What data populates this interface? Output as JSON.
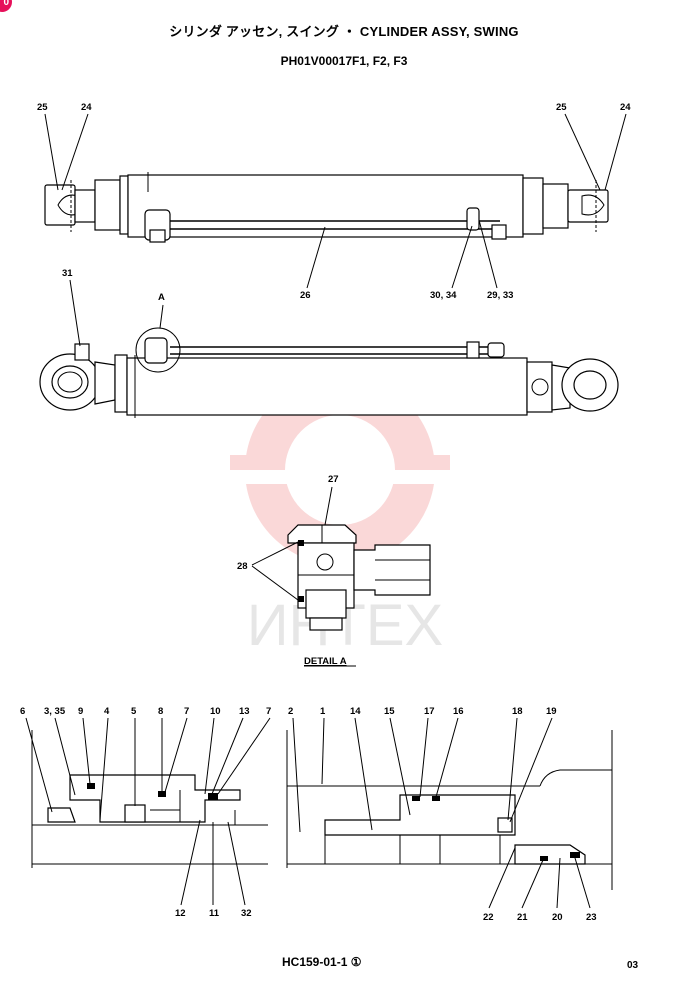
{
  "header": {
    "title": "シリンダ アッセン, スイング ・ CYLINDER ASSY, SWING",
    "subtitle": "PH01V00017F1, F2, F3"
  },
  "badge": "0",
  "watermark": {
    "text": "ИНТЕХ",
    "color": "#f4a9a9"
  },
  "top_view": {
    "labels": [
      "25",
      "24",
      "25",
      "24",
      "26",
      "30, 34",
      "29, 33"
    ]
  },
  "side_view": {
    "labels": [
      "31",
      "A"
    ]
  },
  "detail_a": {
    "labels": [
      "27",
      "28"
    ],
    "caption": "DETAIL  A"
  },
  "section_left": {
    "labels": [
      "6",
      "3, 35",
      "9",
      "4",
      "5",
      "8",
      "7",
      "10",
      "13",
      "7",
      "12",
      "11",
      "32"
    ]
  },
  "section_right": {
    "labels": [
      "2",
      "1",
      "14",
      "15",
      "17",
      "16",
      "18",
      "19",
      "22",
      "21",
      "20",
      "23"
    ]
  },
  "footer": {
    "code": "HC159-01-1 ①",
    "page": "03"
  }
}
